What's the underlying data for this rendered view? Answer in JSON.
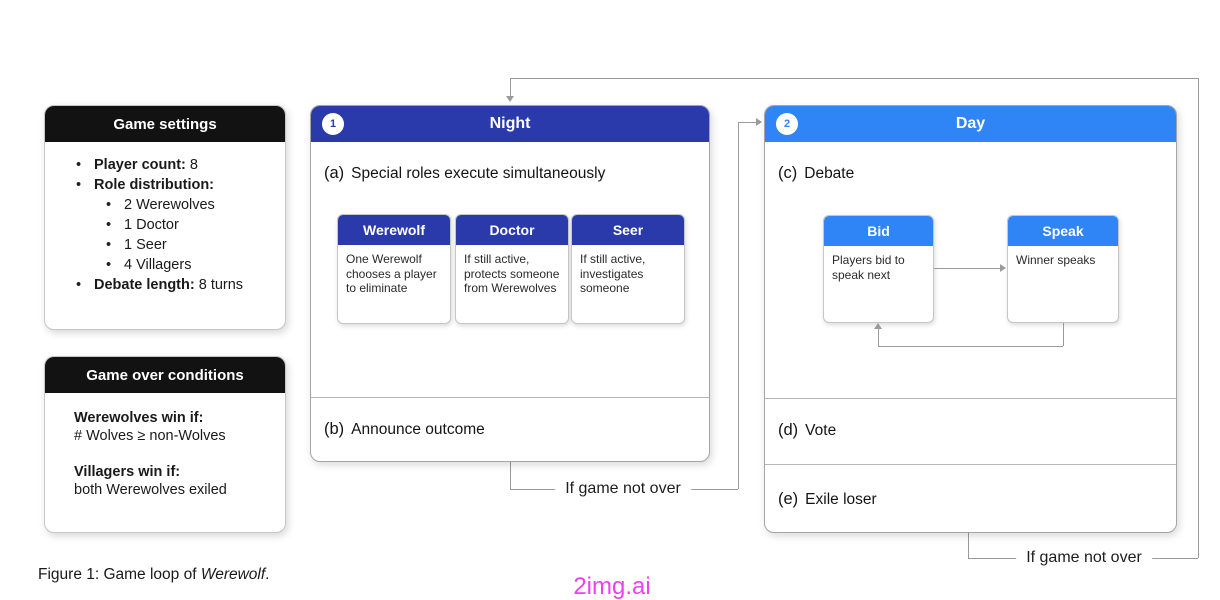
{
  "colors": {
    "night_blue": "#2a3aab",
    "day_blue": "#2f85f5",
    "header_black": "#121212",
    "connector_gray": "#9a9a9a",
    "watermark_pink": "#f03ef2"
  },
  "settings_box": {
    "title": "Game settings",
    "items": [
      {
        "bold": "Player count:",
        "rest": " 8"
      },
      {
        "bold": "Role distribution:",
        "rest": ""
      },
      {
        "bold": "",
        "rest": "2 Werewolves"
      },
      {
        "bold": "",
        "rest": "1 Doctor"
      },
      {
        "bold": "",
        "rest": "1 Seer"
      },
      {
        "bold": "",
        "rest": "4 Villagers"
      },
      {
        "bold": "Debate length:",
        "rest": " 8 turns"
      }
    ],
    "bullet_char": "•"
  },
  "gameover_box": {
    "title": "Game over conditions",
    "groups": [
      {
        "bold": "Werewolves win if:",
        "text": "# Wolves ≥ non-Wolves"
      },
      {
        "bold": "Villagers win if:",
        "text": "both Werewolves exiled"
      }
    ]
  },
  "night_panel": {
    "badge": "1",
    "title": "Night",
    "step_a_prefix": "(a)",
    "step_a_label": "Special roles execute simultaneously",
    "roles": [
      {
        "name": "Werewolf",
        "desc": "One Werewolf chooses a player to eliminate"
      },
      {
        "name": "Doctor",
        "desc": "If still active, protects someone from Werewolves"
      },
      {
        "name": "Seer",
        "desc": "If still active, investigates someone"
      }
    ],
    "step_b_prefix": "(b)",
    "step_b_label": "Announce outcome"
  },
  "day_panel": {
    "badge": "2",
    "title": "Day",
    "step_c_prefix": "(c)",
    "step_c_label": "Debate",
    "bid_card": {
      "name": "Bid",
      "desc": "Players bid to speak next"
    },
    "speak_card": {
      "name": "Speak",
      "desc": "Winner speaks"
    },
    "step_d_prefix": "(d)",
    "step_d_label": "Vote",
    "step_e_prefix": "(e)",
    "step_e_label": "Exile loser"
  },
  "connectors": {
    "night_to_day_label": "If game not over",
    "day_to_night_label": "If game not over"
  },
  "caption": {
    "text": "Figure 1: Game loop of ",
    "italic": "Werewolf",
    "period": "."
  },
  "watermark": "2img.ai"
}
